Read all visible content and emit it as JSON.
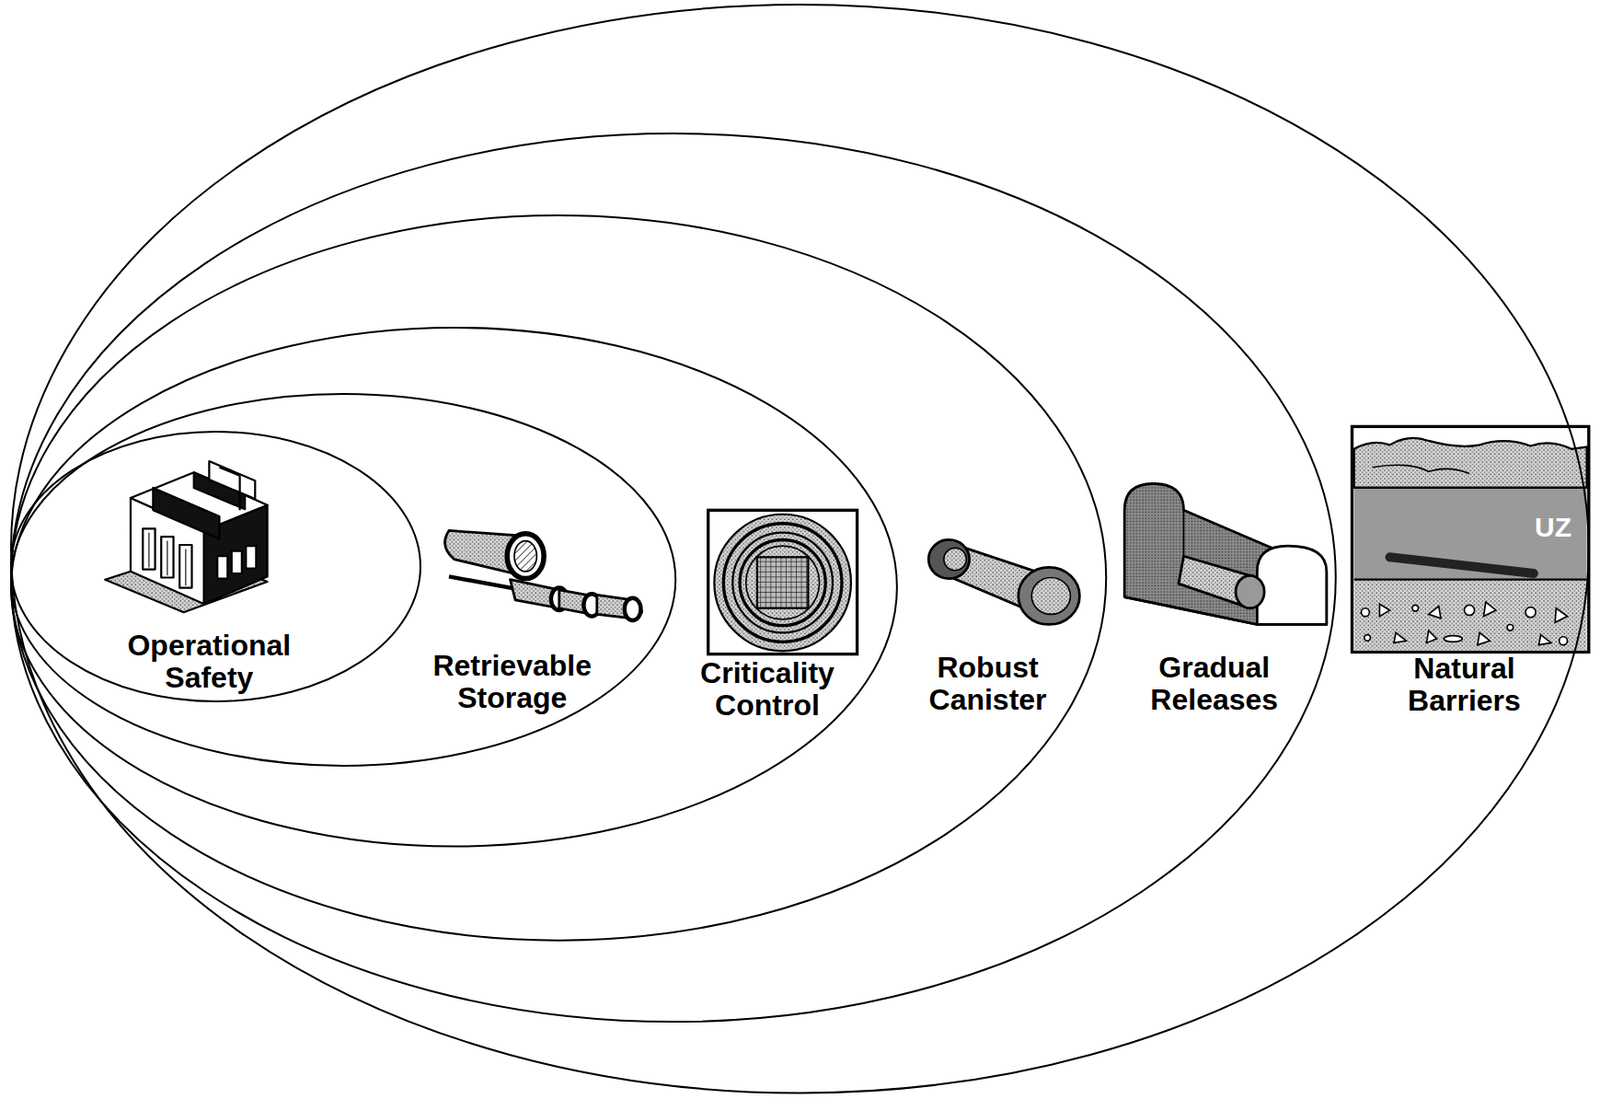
{
  "diagram": {
    "nodes": [
      {
        "text": [
          "Natural Barriers"
        ]
      },
      {
        "text": [
          "Gradual Releases"
        ],
        "in": 0
      },
      {
        "text": [
          "Robust Canister"
        ],
        "in": 1
      },
      {
        "text": [
          "Criticality Control"
        ],
        "in": 2
      },
      {
        "text": [
          "Retrievable Storage"
        ],
        "in": 3
      },
      {
        "text": [
          "Operational Safety"
        ],
        "in": 4
      }
    ],
    "labels": [
      "UZ"
    ]
  }
}
